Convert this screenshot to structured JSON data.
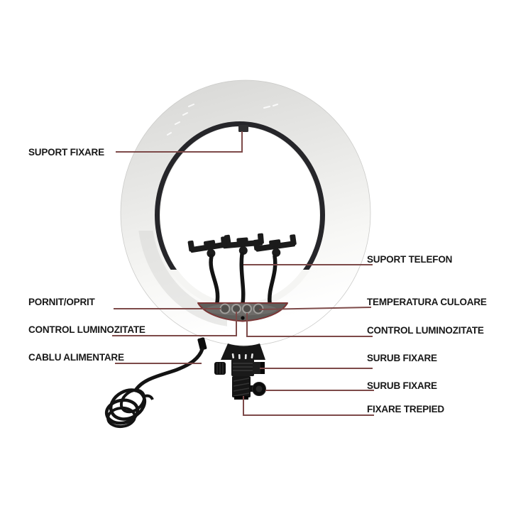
{
  "page": {
    "background_color": "#ffffff"
  },
  "diagram": {
    "subject": "LED ring light with three phone holders, control panel, mounting bracket and coiled power cable",
    "colors": {
      "leader_line": "#7d4a49",
      "panel_outline": "#7a3535",
      "ring_body": "#e6e6e4",
      "ring_inner_rim": "#26262a",
      "hardware_black": "#161616",
      "label_text": "#181818"
    },
    "callouts": {
      "left": [
        {
          "id": "suport-fixare",
          "label": "SUPORT FIXARE"
        },
        {
          "id": "pornit-oprit",
          "label": "PORNIT/OPRIT"
        },
        {
          "id": "control-luminozitate-left",
          "label": "CONTROL LUMINOZITATE"
        },
        {
          "id": "cablu-alimentare",
          "label": "CABLU ALIMENTARE"
        }
      ],
      "right": [
        {
          "id": "suport-telefon",
          "label": "SUPORT TELEFON"
        },
        {
          "id": "temperatura-culoare",
          "label": "TEMPERATURA CULOARE"
        },
        {
          "id": "control-luminozitate-right",
          "label": "CONTROL LUMINOZITATE"
        },
        {
          "id": "surub-fixare-1",
          "label": "SURUB FIXARE"
        },
        {
          "id": "surub-fixare-2",
          "label": "SURUB FIXARE"
        },
        {
          "id": "fixare-trepied",
          "label": "FIXARE TREPIED"
        }
      ]
    }
  }
}
